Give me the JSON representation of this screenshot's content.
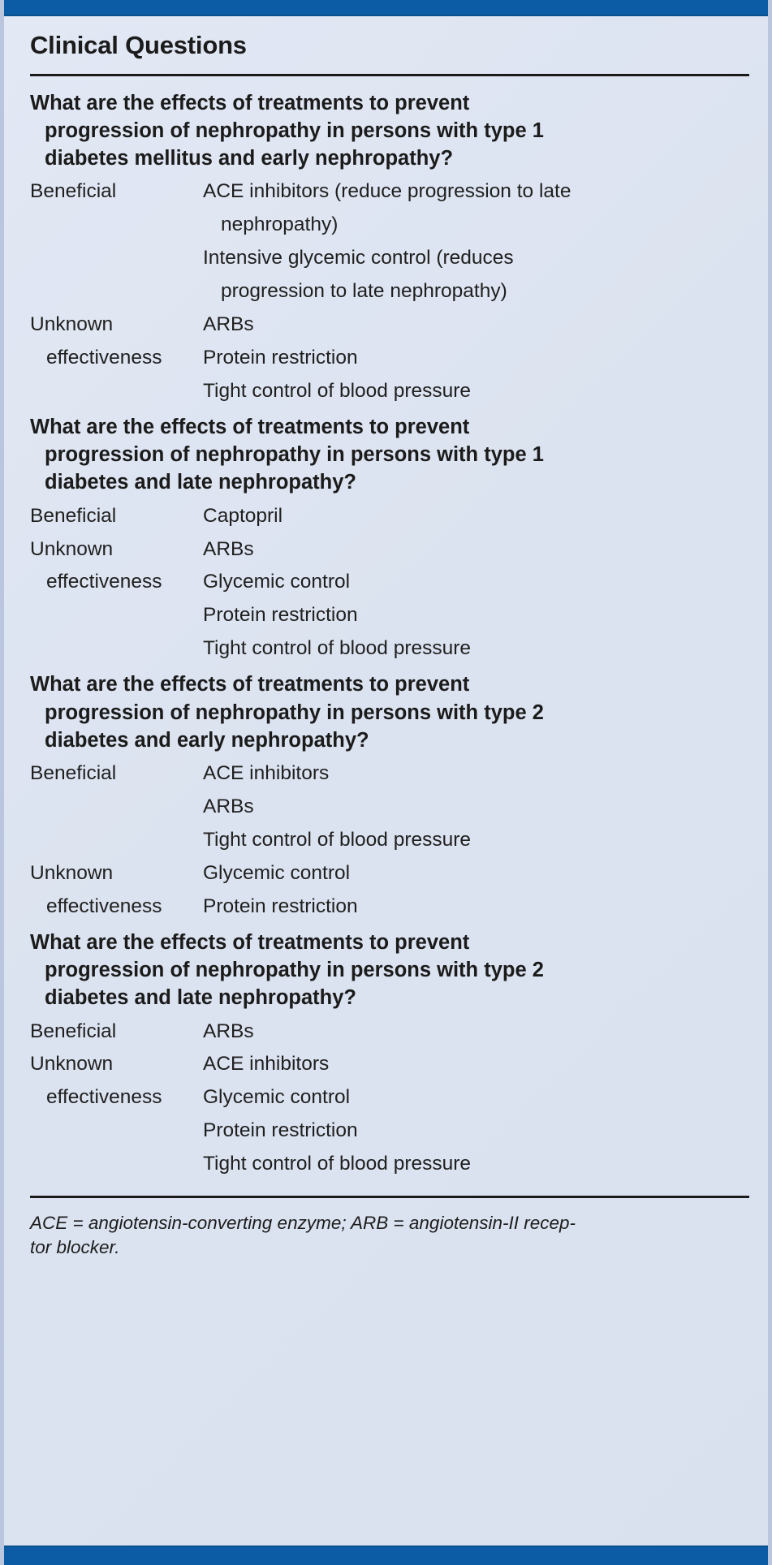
{
  "panel": {
    "title": "Clinical Questions",
    "accent_color": "#0b5ca4",
    "background_color": "#dde4f0",
    "text_color": "#1b1b1b"
  },
  "sections": [
    {
      "heading_lines": [
        "What are the effects of treatments to prevent",
        "progression of nephropathy in persons with type 1",
        "diabetes mellitus and early nephropathy?"
      ],
      "rows": [
        {
          "category_lines": [
            "Beneficial"
          ],
          "value_lines": [
            "ACE inhibitors (reduce progression to late",
            "nephropathy)"
          ]
        },
        {
          "category_lines": [],
          "value_lines": [
            "Intensive glycemic control (reduces",
            "progression to late nephropathy)"
          ]
        },
        {
          "category_lines": [
            "Unknown",
            "effectiveness"
          ],
          "value_lines": [
            "ARBs",
            "Protein restriction"
          ]
        },
        {
          "category_lines": [],
          "value_lines": [
            "Tight control of blood pressure"
          ]
        }
      ]
    },
    {
      "heading_lines": [
        "What are the effects of treatments to prevent",
        "progression of nephropathy in persons with type 1",
        "diabetes and late nephropathy?"
      ],
      "rows": [
        {
          "category_lines": [
            "Beneficial"
          ],
          "value_lines": [
            "Captopril"
          ]
        },
        {
          "category_lines": [
            "Unknown",
            "effectiveness"
          ],
          "value_lines": [
            "ARBs",
            "Glycemic control"
          ]
        },
        {
          "category_lines": [],
          "value_lines": [
            "Protein restriction",
            "Tight control of blood pressure"
          ]
        }
      ]
    },
    {
      "heading_lines": [
        "What are the effects of treatments to prevent",
        "progression of nephropathy in persons with type 2",
        "diabetes and early nephropathy?"
      ],
      "rows": [
        {
          "category_lines": [
            "Beneficial"
          ],
          "value_lines": [
            "ACE inhibitors",
            "ARBs",
            "Tight control of blood pressure"
          ]
        },
        {
          "category_lines": [
            "Unknown",
            "effectiveness"
          ],
          "value_lines": [
            "Glycemic control",
            "Protein restriction"
          ]
        }
      ]
    },
    {
      "heading_lines": [
        "What are the effects of treatments to prevent",
        "progression of nephropathy in persons with type 2",
        "diabetes and late nephropathy?"
      ],
      "rows": [
        {
          "category_lines": [
            "Beneficial"
          ],
          "value_lines": [
            "ARBs"
          ]
        },
        {
          "category_lines": [
            "Unknown",
            "effectiveness"
          ],
          "value_lines": [
            "ACE inhibitors",
            "Glycemic control"
          ]
        },
        {
          "category_lines": [],
          "value_lines": [
            "Protein restriction",
            "Tight control of blood pressure"
          ]
        }
      ]
    }
  ],
  "footnote_lines": [
    "ACE = angiotensin-converting enzyme; ARB = angiotensin-II recep-",
    "tor blocker."
  ]
}
